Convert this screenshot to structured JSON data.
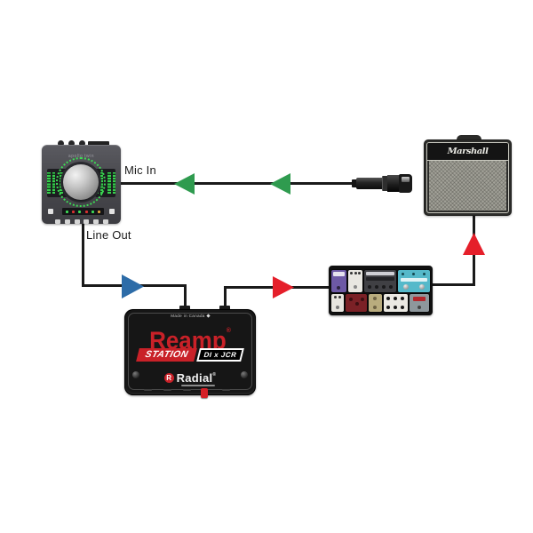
{
  "labels": {
    "mic_in": "Mic In",
    "line_out": "Line Out"
  },
  "cable_color": "#1a1a1a",
  "arrows": {
    "mic_line": {
      "color": "#2f9b4f",
      "direction": "left",
      "count": 2
    },
    "line_out_to_reamp": {
      "color": "#2d6ca8",
      "direction": "right",
      "count": 1
    },
    "reamp_to_pedalboard": {
      "color": "#e51f2a",
      "direction": "right",
      "count": 1
    },
    "pedalboard_to_amp": {
      "color": "#e51f2a",
      "direction": "up",
      "count": 1
    }
  },
  "audio_interface": {
    "brand": "apollo twin"
  },
  "amp": {
    "brand": "Marshall"
  },
  "reamp_station": {
    "made_in": "Made in Canada",
    "logo": "Reamp",
    "logo_reg": "®",
    "series": "STATION",
    "model": "DI x JCR",
    "brand": "Radial",
    "brand_reg": "®",
    "brand_icon_letter": "R"
  },
  "pedalboard": {
    "pedals_top": [
      {
        "color": "#6d59a5"
      },
      {
        "color": "#e9e7e1"
      },
      {
        "color": "#404044"
      },
      {
        "color": "#55b9ca"
      }
    ],
    "pedals_bottom": [
      {
        "color": "#e7e5df"
      },
      {
        "color": "#7b2126"
      },
      {
        "color": "#b9ac7e"
      },
      {
        "color": "#ebe9e3"
      },
      {
        "color": "#8e979c"
      }
    ]
  }
}
